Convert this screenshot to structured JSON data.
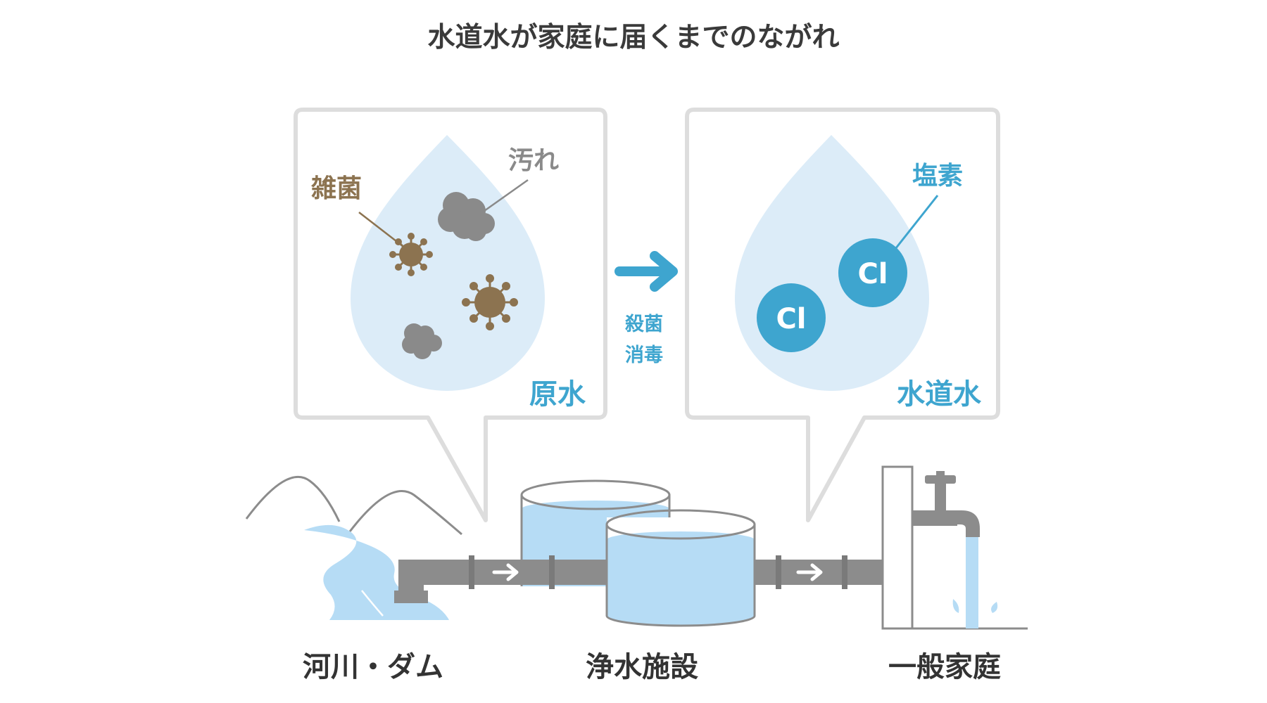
{
  "title": "水道水が家庭に届くまでのながれ",
  "raw_water_panel": {
    "label": "原水",
    "germs_label": "雑菌",
    "dirt_label": "汚れ"
  },
  "process": {
    "line1": "殺菌",
    "line2": "消毒"
  },
  "tap_water_panel": {
    "label": "水道水",
    "chlorine_label": "塩素",
    "chlorine_symbol": "Cl"
  },
  "stages": {
    "source": "河川・ダム",
    "purification": "浄水施設",
    "home": "一般家庭"
  },
  "colors": {
    "accent_blue": "#3ea5cf",
    "water_light": "#dcecf8",
    "germ_brown": "#8c7350",
    "dirt_gray": "#8a8a8a",
    "pipe_gray": "#8c8c8c",
    "panel_border": "#dddddd"
  }
}
